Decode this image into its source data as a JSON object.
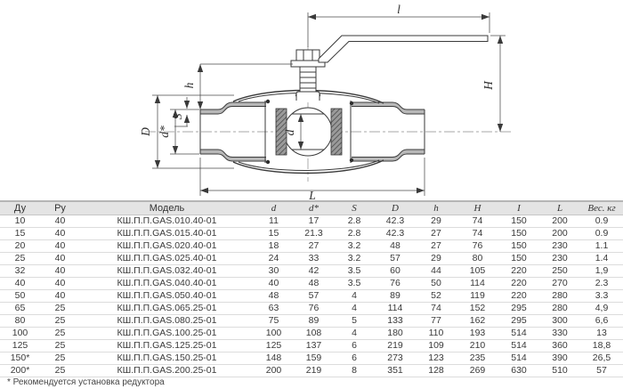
{
  "diagram": {
    "title": "ball-valve-section-drawing",
    "labels": {
      "l": "l",
      "H": "H",
      "h": "h",
      "S": "S",
      "D": "D",
      "d_star": "d*",
      "d": "d",
      "L": "L"
    }
  },
  "table": {
    "headers": [
      "Ду",
      "Ру",
      "Модель",
      "d",
      "d*",
      "S",
      "D",
      "h",
      "H",
      "I",
      "L",
      "Вес. кг"
    ],
    "rows": [
      [
        "10",
        "40",
        "КШ.П.П.GAS.010.40-01",
        "11",
        "17",
        "2.8",
        "42.3",
        "29",
        "74",
        "150",
        "200",
        "0.9"
      ],
      [
        "15",
        "40",
        "КШ.П.П.GAS.015.40-01",
        "15",
        "21.3",
        "2.8",
        "42.3",
        "27",
        "74",
        "150",
        "200",
        "0.9"
      ],
      [
        "20",
        "40",
        "КШ.П.П.GAS.020.40-01",
        "18",
        "27",
        "3.2",
        "48",
        "27",
        "76",
        "150",
        "230",
        "1.1"
      ],
      [
        "25",
        "40",
        "КШ.П.П.GAS.025.40-01",
        "24",
        "33",
        "3.2",
        "57",
        "29",
        "80",
        "150",
        "230",
        "1.4"
      ],
      [
        "32",
        "40",
        "КШ.П.П.GAS.032.40-01",
        "30",
        "42",
        "3.5",
        "60",
        "44",
        "105",
        "220",
        "250",
        "1,9"
      ],
      [
        "40",
        "40",
        "КШ.П.П.GAS.040.40-01",
        "40",
        "48",
        "3.5",
        "76",
        "50",
        "114",
        "220",
        "270",
        "2.3"
      ],
      [
        "50",
        "40",
        "КШ.П.П.GAS.050.40-01",
        "48",
        "57",
        "4",
        "89",
        "52",
        "119",
        "220",
        "280",
        "3.3"
      ],
      [
        "65",
        "25",
        "КШ.П.П.GAS.065.25-01",
        "63",
        "76",
        "4",
        "114",
        "74",
        "152",
        "295",
        "280",
        "4,9"
      ],
      [
        "80",
        "25",
        "КШ.П.П.GAS.080.25-01",
        "75",
        "89",
        "5",
        "133",
        "77",
        "162",
        "295",
        "300",
        "6,6"
      ],
      [
        "100",
        "25",
        "КШ.П.П.GAS.100.25-01",
        "100",
        "108",
        "4",
        "180",
        "110",
        "193",
        "514",
        "330",
        "13"
      ],
      [
        "125",
        "25",
        "КШ.П.П.GAS.125.25-01",
        "125",
        "137",
        "6",
        "219",
        "109",
        "210",
        "514",
        "360",
        "18,8"
      ],
      [
        "150*",
        "25",
        "КШ.П.П.GAS.150.25-01",
        "148",
        "159",
        "6",
        "273",
        "123",
        "235",
        "514",
        "390",
        "26,5"
      ],
      [
        "200*",
        "25",
        "КШ.П.П.GAS.200.25-01",
        "200",
        "219",
        "8",
        "351",
        "128",
        "269",
        "630",
        "510",
        "57"
      ]
    ]
  },
  "footnote": "* Рекомендуется установка редуктора",
  "colors": {
    "line": "#3a3a3a",
    "dim_line": "#4a4a4a",
    "wall_fill": "#b8b8b8",
    "header_bg": "#e4e4e4",
    "row_border": "#dcdcdc",
    "text": "#3a3a3a"
  }
}
